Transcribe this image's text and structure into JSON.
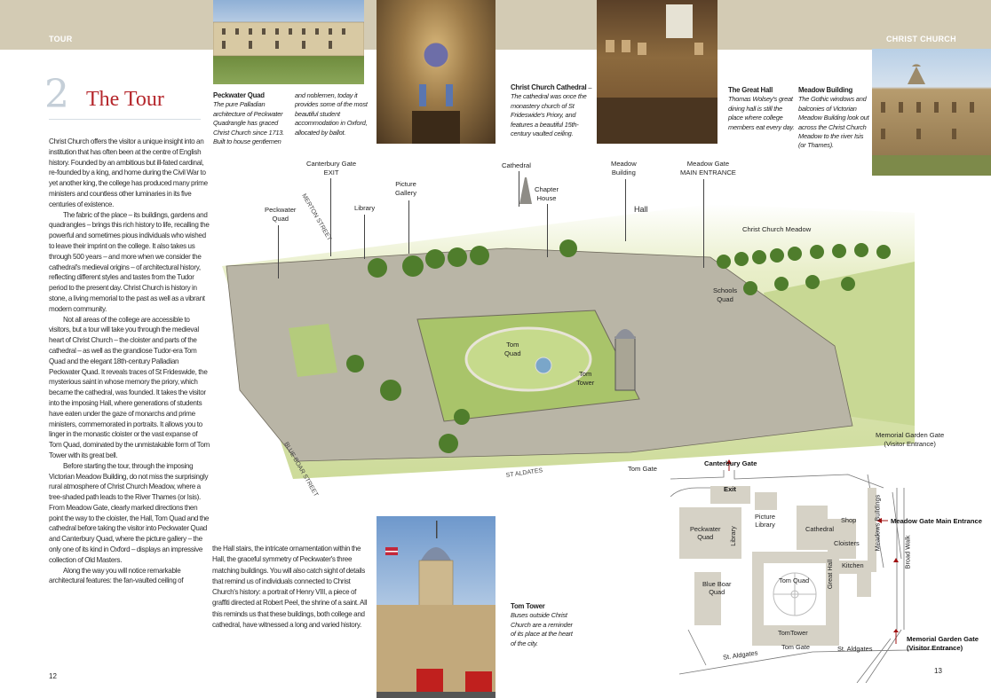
{
  "header": {
    "left_section": "TOUR",
    "right_section": "CHRIST CHURCH"
  },
  "chapter": {
    "number": "2",
    "title": "The Tour"
  },
  "body_text": {
    "col1": [
      "Christ Church offers the visitor a unique insight into an institution that has often been at the centre of English history. Founded by an ambitious but ill-fated cardinal, re-founded by a king, and home during the Civil War to yet another king, the college has produced many prime ministers and countless other luminaries in its five centuries of existence.",
      "The fabric of the place – its buildings, gardens and quadrangles – brings this rich history to life, recalling the powerful and sometimes pious individuals who wished to leave their imprint on the college. It also takes us through 500 years – and more when we consider the cathedral's medieval origins – of architectural history, reflecting different styles and tastes from the Tudor period to the present day. Christ Church is history in stone, a living memorial to the past as well as a vibrant modern community.",
      "Not all areas of the college are accessible to visitors, but a tour will take you through the medieval heart of Christ Church – the cloister and parts of the cathedral – as well as the grandiose Tudor-era Tom Quad and the elegant 18th-century Palladian Peckwater Quad. It reveals traces of St Frideswide, the mysterious saint in whose memory the priory, which became the cathedral, was founded. It takes the visitor into the imposing Hall, where generations of students have eaten under the gaze of monarchs and prime ministers, commemorated in portraits. It allows you to linger in the monastic cloister or the vast expanse of Tom Quad, dominated by the unmistakable form of Tom Tower with its great bell.",
      "Before starting the tour, through the imposing Victorian Meadow Building, do not miss the surprisingly rural atmosphere of Christ Church Meadow, where a tree-shaded path leads to the River Thames (or Isis). From Meadow Gate, clearly marked directions then point the way to the cloister, the Hall, Tom Quad and the cathedral before taking the visitor into Peckwater Quad and Canterbury Quad, where the picture gallery – the only one of its kind in Oxford – displays an impressive collection of Old Masters.",
      "Along the way you will notice remarkable architectural features: the fan-vaulted ceiling of"
    ],
    "col2": "the Hall stairs, the intricate ornamentation within the Hall, the graceful symmetry of Peckwater's three matching buildings. You will also catch sight of details that remind us of individuals connected to Christ Church's history: a portrait of Henry VIII, a piece of graffiti directed at Robert Peel, the shrine of a saint. All this reminds us that these buildings, both college and cathedral, have witnessed a long and varied history."
  },
  "captions": {
    "peckwater": {
      "title": "Peckwater Quad",
      "text1": "The pure Palladian architecture of Peckwater Quadrangle has graced Christ Church since 1713. Built to house gentlemen",
      "text2": "and noblemen, today it provides some of the most beautiful student accommodation in Oxford, allocated by ballot."
    },
    "cathedral": {
      "title": "Christ Church Cathedral",
      "text": " –The cathedral was once the monastery church of St Frideswide's Priory, and features a beautiful 15th-century vaulted ceiling."
    },
    "great_hall": {
      "title": "The Great Hall",
      "text": "Thomas Wolsey's great dining hall is still the place where college members eat every day."
    },
    "meadow_building": {
      "title": "Meadow Building",
      "text": "The Gothic windows and balconies of Victorian Meadow Building look out across the Christ Church Meadow to the river Isis (or Thames)."
    },
    "tom_tower": {
      "title": "Tom Tower",
      "text": "Buses outside Christ Church are a reminder of its place at the heart of the city."
    }
  },
  "illustration_labels": {
    "canterbury_gate": [
      "Canterbury Gate",
      "EXIT"
    ],
    "peckwater_quad": [
      "Peckwater",
      "Quad"
    ],
    "library": "Library",
    "picture_gallery": [
      "Picture",
      "Gallery"
    ],
    "cathedral": "Cathedral",
    "chapter_house": [
      "Chapter",
      "House"
    ],
    "meadow_building": [
      "Meadow",
      "Building"
    ],
    "hall": "Hall",
    "meadow_gate": [
      "Meadow Gate",
      "MAIN ENTRANCE"
    ],
    "christ_church_meadow": "Christ Church Meadow",
    "schools_quad": [
      "Schools",
      "Quad"
    ],
    "tom_quad": [
      "Tom",
      "Quad"
    ],
    "tom_tower": [
      "Tom",
      "Tower"
    ],
    "tom_gate": "Tom Gate",
    "memorial_garden_gate": [
      "Memorial Garden Gate",
      "(Visitor Entrance)"
    ],
    "merton_street": "MERTON STREET",
    "blue_boar_street": "BLUE BOAR STREET",
    "st_aldates": "ST ALDATES"
  },
  "plan_labels": {
    "canterbury_gate": "Canterbury Gate",
    "exit": "Exit",
    "peckwater_quad": [
      "Peckwater",
      "Quad"
    ],
    "library": "Library",
    "picture_library": [
      "Picture",
      "Library"
    ],
    "cathedral": "Cathedral",
    "shop": "Shop",
    "cloisters": "Cloisters",
    "meadows_buildings": "Meadows Buildings",
    "meadow_gate": "Meadow Gate Main Entrance",
    "broad_walk": "Broad Walk",
    "kitchen": "Kitchen",
    "blue_boar_quad": [
      "Blue Boar",
      "Quad"
    ],
    "tom_quad": "Tom Quad",
    "great_hall": "Great Hall",
    "tom_tower": "TomTower",
    "tom_gate": "Tom Gate",
    "st_aldates_left": "St. Aldgates",
    "st_aldates_right": "St. Aldgates",
    "memorial_gate": [
      "Memorial Garden Gate",
      "(Visitor Entrance)"
    ]
  },
  "page_numbers": {
    "left": "12",
    "right": "13"
  },
  "colors": {
    "band": "#d3cbb4",
    "title_red": "#b5262b",
    "number_grey": "#c5cfd8",
    "arrow_red": "#a01010",
    "plan_building": "#d6d2c6"
  }
}
